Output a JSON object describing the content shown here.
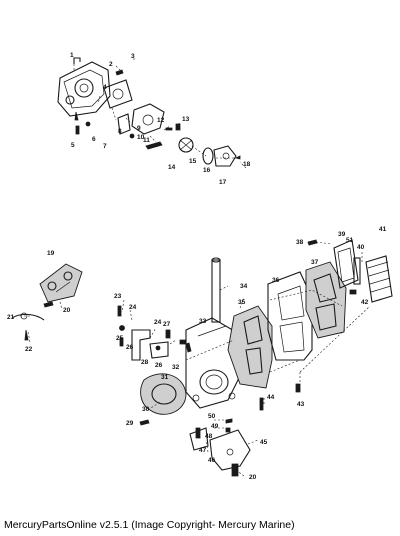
{
  "caption": "MercuryPartsOnline v2.5.1 (Image Copyright- Mercury Marine)",
  "callouts": [
    "1",
    "2",
    "3",
    "4",
    "5",
    "6",
    "7",
    "8",
    "9",
    "10",
    "11",
    "12",
    "13",
    "14",
    "15",
    "16",
    "17",
    "18",
    "19",
    "20",
    "21",
    "22",
    "23",
    "24",
    "25",
    "26",
    "27",
    "28",
    "29",
    "30",
    "31",
    "32",
    "33",
    "34",
    "35",
    "36",
    "37",
    "38",
    "39",
    "40",
    "41",
    "42",
    "43",
    "44",
    "45",
    "46",
    "47",
    "48",
    "49",
    "50",
    "51"
  ],
  "callout_20b": "20",
  "callout_24b": "24",
  "callout_26b": "26"
}
